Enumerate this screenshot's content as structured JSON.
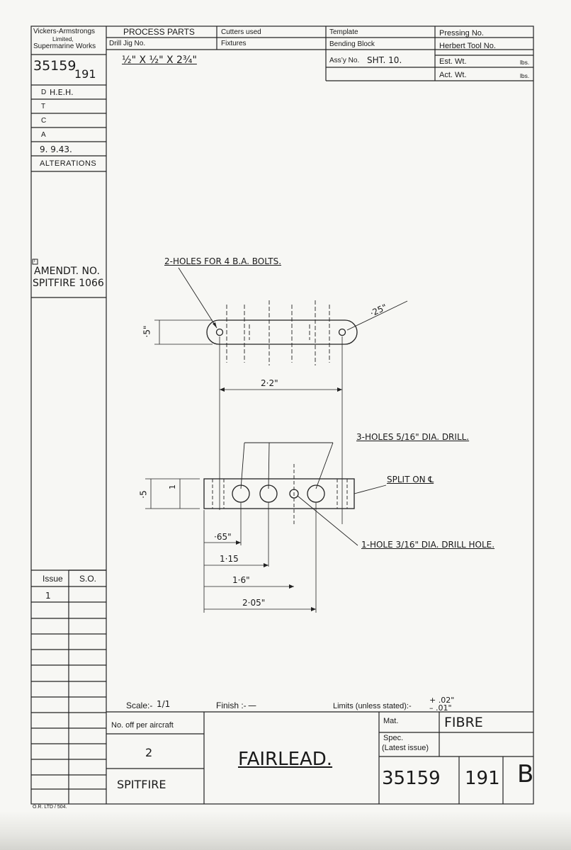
{
  "title_block": {
    "company": [
      "Vickers-Armstrongs",
      "Limited,",
      "Supermarine Works"
    ],
    "process_parts": "PROCESS PARTS",
    "drill_jig_label": "Drill Jig No.",
    "cutters_label": "Cutters used",
    "fixtures_label": "Fixtures",
    "template_label": "Template",
    "bending_block_label": "Bending Block",
    "assy_label": "Ass’y No.",
    "assy_value": "SHT. 10.",
    "pressing_label": "Pressing No.",
    "herbert_label": "Herbert Tool No.",
    "est_wt_label": "Est. Wt.",
    "act_wt_label": "Act. Wt.",
    "lbs": "lbs.",
    "stock_size": "½\" X ½\" X 2¾\"",
    "drawing_no": "35159",
    "drawing_sub": "191",
    "d_label": "D",
    "d_value": "H.E.H.",
    "t_label": "T",
    "c_label": "C",
    "a_label": "A",
    "date": "9. 9.43.",
    "alterations": "ALTERATIONS",
    "amend_box": "T",
    "amendt_no": "AMENDT. NO.",
    "amendt_value": "SPITFIRE 1066",
    "issue_label": "Issue",
    "so_label": "S.O.",
    "issue_value": "1",
    "scale_label": "Scale:-",
    "scale_value": "1/1",
    "finish_label": "Finish :-",
    "finish_value": "—",
    "limits_label": "Limits (unless stated):-",
    "limit_plus": "+ .02\"",
    "limit_minus": "– .01\"",
    "no_off_label": "No. off per aircraft",
    "no_off_value": "2",
    "aircraft": "SPITFIRE",
    "part_name": "FAIRLEAD.",
    "mat_label": "Mat.",
    "mat_value": "FIBRE",
    "spec_label": "Spec.",
    "latest_issue": "(Latest issue)",
    "bottom_no": "35159",
    "bottom_sub": "191",
    "bottom_letter": "B",
    "form_ref": "O.R. LTD / 504."
  },
  "drawing": {
    "holes_note": "2-HOLES FOR 4 B.A. BOLTS.",
    "radius_note": "·25\"",
    "width_dim": "·5\"",
    "span_dim": "2·2\"",
    "drill_note": "3-HOLES 5/16\" DIA. DRILL.",
    "split_note": "SPLIT ON ℄",
    "side_dim": "·5",
    "side_small": "1",
    "small_hole_note": "1-HOLE 3/16\" DIA. DRILL HOLE.",
    "dims": [
      "·65\"",
      "1·15",
      "1·6\"",
      "2·05\""
    ]
  }
}
